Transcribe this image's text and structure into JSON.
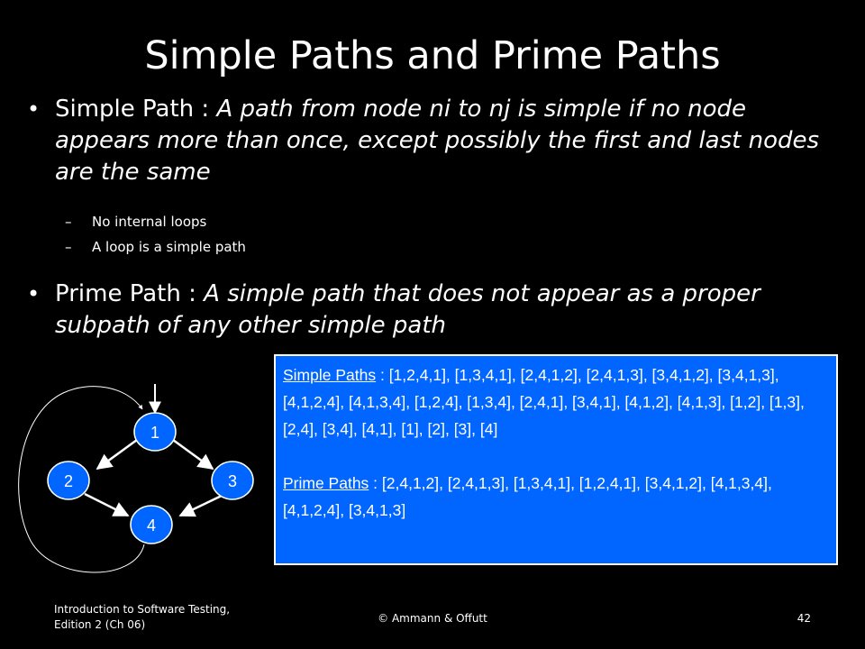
{
  "slide": {
    "title": "Simple Paths and Prime Paths",
    "bullets": [
      {
        "term": "Simple Path",
        "separator": " : ",
        "definition": "A path from node ni to nj is simple if no node appears more than once, except possibly the first and last nodes are the same",
        "subitems": [
          "No internal loops",
          "A loop is a simple path"
        ]
      },
      {
        "term": "Prime Path",
        "separator": " : ",
        "definition": "A simple path that does not appear as a proper subpath of any other simple path",
        "subitems": []
      }
    ],
    "bullet_glyph": "•",
    "sub_glyph": "–",
    "graph": {
      "nodes": [
        "1",
        "2",
        "3",
        "4"
      ],
      "edges": [
        [
          "1",
          "2"
        ],
        [
          "1",
          "3"
        ],
        [
          "2",
          "4"
        ],
        [
          "3",
          "4"
        ],
        [
          "4",
          "1"
        ]
      ],
      "node_color": "#0066ff"
    },
    "infobox": {
      "simple_label": "Simple Paths",
      "simple_text": " : [1,2,4,1], [1,3,4,1], [2,4,1,2], [2,4,1,3], [3,4,1,2], [3,4,1,3], [4,1,2,4], [4,1,3,4], [1,2,4], [1,3,4], [2,4,1], [3,4,1], [4,1,2], [4,1,3], [1,2], [1,3], [2,4], [3,4], [4,1], [1], [2], [3], [4]",
      "prime_label": "Prime Paths",
      "prime_text": " : [2,4,1,2], [2,4,1,3], [1,3,4,1], [1,2,4,1], [3,4,1,2], [4,1,3,4], [4,1,2,4], [3,4,1,3]",
      "background": "#0066ff"
    },
    "footer": {
      "left": "Introduction to Software Testing, Edition 2  (Ch 06)",
      "center": "© Ammann & Offutt",
      "page_number": "42"
    }
  }
}
